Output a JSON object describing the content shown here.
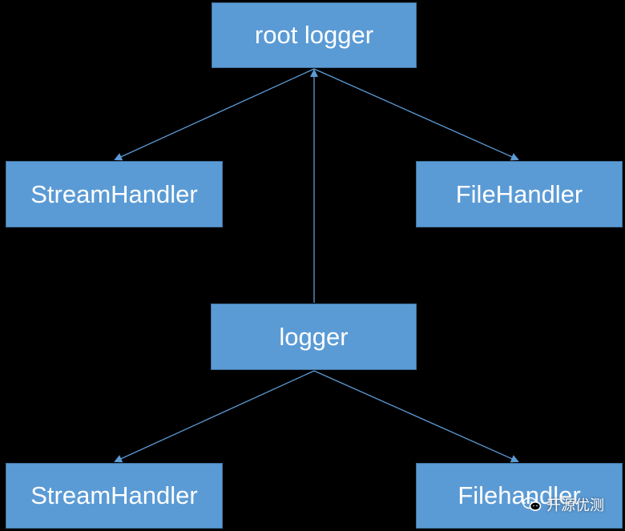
{
  "nodes": {
    "root_logger": "root logger",
    "stream_handler_top": "StreamHandler",
    "file_handler_top": "FileHandler",
    "logger": "logger",
    "stream_handler_bottom": "StreamHandler",
    "file_handler_bottom": "Filehandler"
  },
  "watermark": {
    "text": "开源优测",
    "icon": "wechat-icon"
  },
  "colors": {
    "background": "#000000",
    "node_fill": "#5b9bd5",
    "node_border": "#41719c",
    "edge": "#5b9bd5",
    "text": "#ffffff"
  }
}
